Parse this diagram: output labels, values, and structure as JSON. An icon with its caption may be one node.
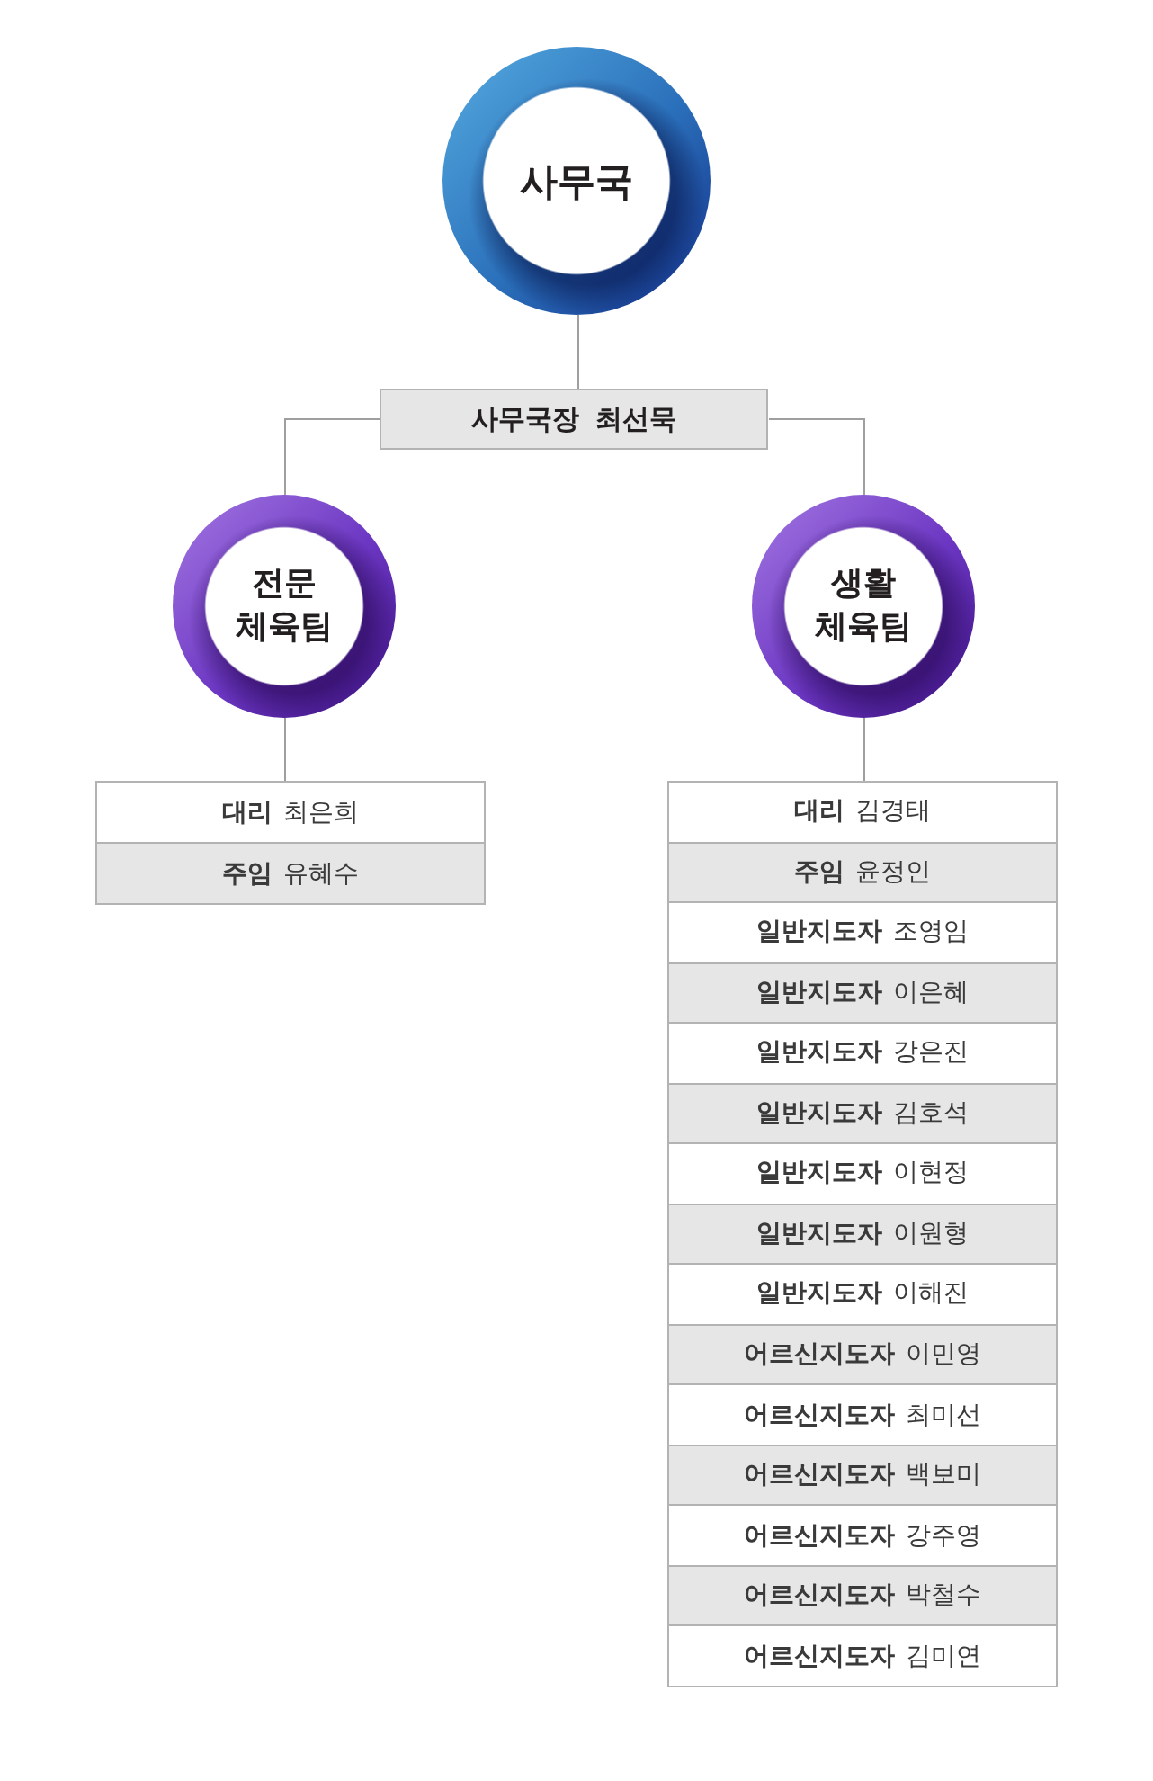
{
  "diagram": {
    "nodes": [
      {
        "text": [
          "사무국"
        ]
      },
      {
        "text": [
          "사무국장 최선묵"
        ]
      },
      {
        "text": [
          "전문 체육팀"
        ]
      },
      {
        "text": [
          "생활 체육팀"
        ]
      },
      {
        "text": [
          "**대리** 최은희"
        ]
      },
      {
        "text": [
          "**주임** 유혜수"
        ]
      },
      {
        "text": [
          "**대리** 김경태"
        ]
      },
      {
        "text": [
          "**주임** 윤정인"
        ]
      },
      {
        "text": [
          "**일반지도자** 조영임"
        ]
      },
      {
        "text": [
          "**일반지도자** 이은혜"
        ]
      },
      {
        "text": [
          "**일반지도자** 강은진"
        ]
      },
      {
        "text": [
          "**일반지도자** 김호석"
        ]
      },
      {
        "text": [
          "**일반지도자** 이현정"
        ]
      },
      {
        "text": [
          "**일반지도자** 이원형"
        ]
      },
      {
        "text": [
          "**일반지도자** 이해진"
        ]
      },
      {
        "text": [
          "**어르신지도자** 이민영"
        ]
      },
      {
        "text": [
          "**어르신지도자** 최미선"
        ]
      },
      {
        "text": [
          "**어르신지도자** 백보미"
        ]
      },
      {
        "text": [
          "**어르신지도자** 강주영"
        ]
      },
      {
        "text": [
          "**어르신지도자** 박철수"
        ]
      },
      {
        "text": [
          "**어르신지도자** 김미연"
        ]
      }
    ],
    "edges": [
      {
        "from": 0,
        "to": 1,
        "arrow": "none"
      },
      {
        "from": 1,
        "to": 2,
        "arrow": "none"
      },
      {
        "from": 1,
        "to": 3,
        "arrow": "none"
      },
      {
        "from": 2,
        "to": 4,
        "arrow": "none"
      },
      {
        "from": 3,
        "to": 6,
        "arrow": "none"
      }
    ]
  }
}
